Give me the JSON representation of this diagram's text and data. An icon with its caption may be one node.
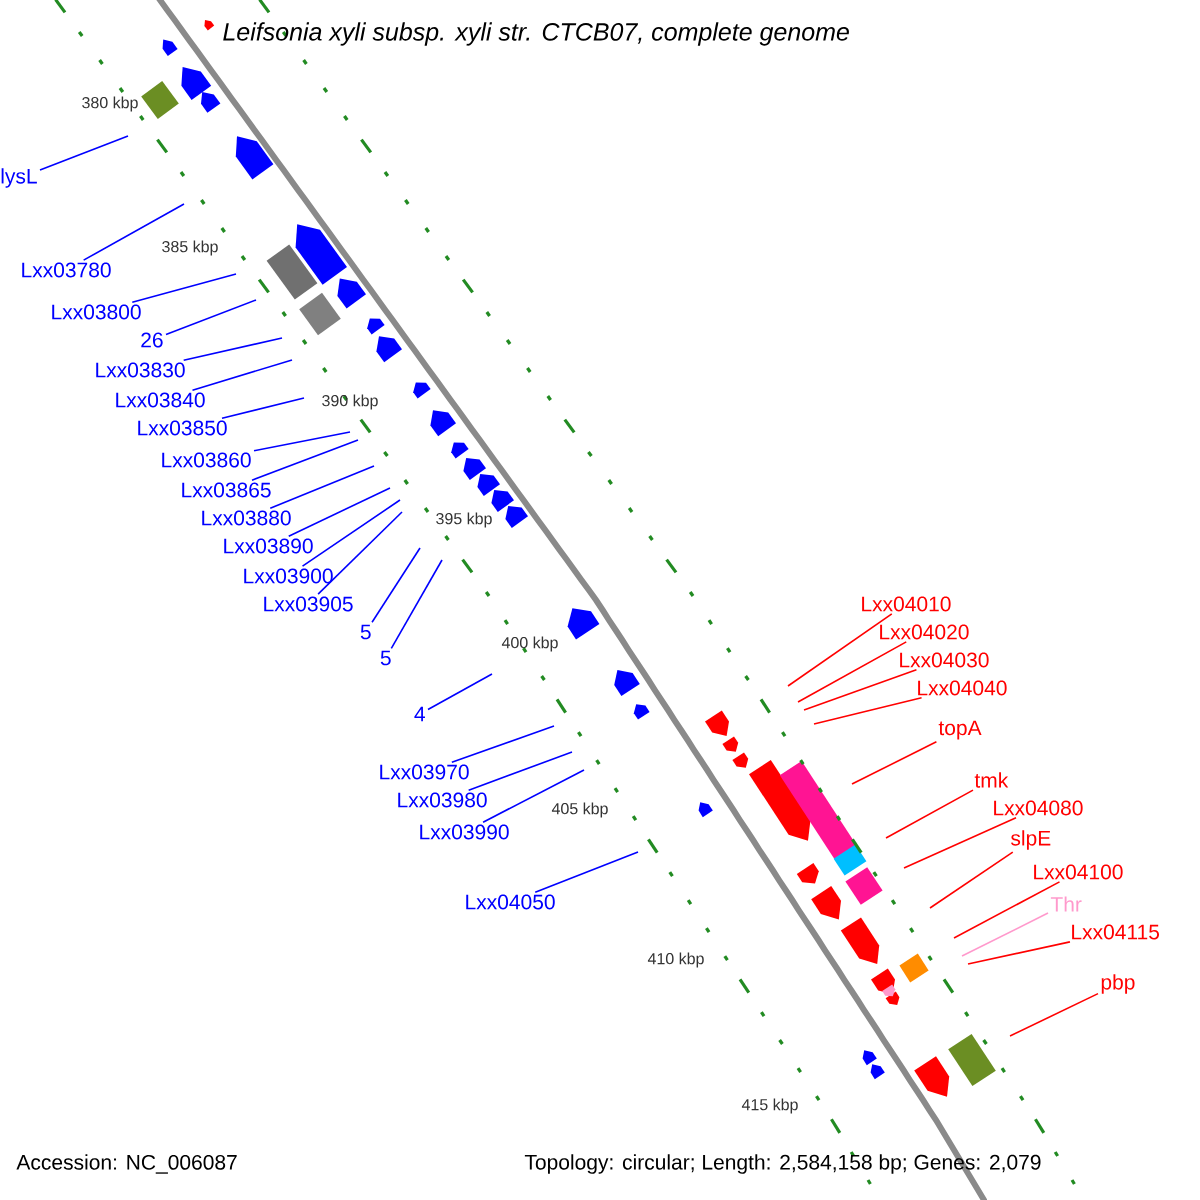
{
  "diagram": {
    "title": "Leifsonia xyli subsp. xyli str. CTCB07, complete genome",
    "nodes": [
      {
        "text": [
          "lysL"
        ]
      },
      {
        "text": [
          "Lxx03780"
        ]
      },
      {
        "text": [
          "Lxx03800"
        ]
      },
      {
        "text": [
          "26"
        ]
      },
      {
        "text": [
          "Lxx03830"
        ]
      },
      {
        "text": [
          "Lxx03840"
        ]
      },
      {
        "text": [
          "Lxx03850"
        ]
      },
      {
        "text": [
          "Lxx03860"
        ]
      },
      {
        "text": [
          "Lxx03865"
        ]
      },
      {
        "text": [
          "Lxx03880"
        ]
      },
      {
        "text": [
          "Lxx03890"
        ]
      },
      {
        "text": [
          "Lxx03900"
        ]
      },
      {
        "text": [
          "Lxx03905"
        ]
      },
      {
        "text": [
          "5"
        ]
      },
      {
        "text": [
          "5"
        ]
      },
      {
        "text": [
          "4"
        ]
      },
      {
        "text": [
          "Lxx03970"
        ]
      },
      {
        "text": [
          "Lxx03980"
        ]
      },
      {
        "text": [
          "Lxx03990"
        ]
      },
      {
        "text": [
          "Lxx04050"
        ]
      },
      {
        "text": [
          "Lxx04010"
        ]
      },
      {
        "text": [
          "Lxx04020"
        ]
      },
      {
        "text": [
          "Lxx04030"
        ]
      },
      {
        "text": [
          "Lxx04040"
        ]
      },
      {
        "text": [
          "topA"
        ]
      },
      {
        "text": [
          "tmk"
        ]
      },
      {
        "text": [
          "Lxx04080"
        ]
      },
      {
        "text": [
          "slpE"
        ]
      },
      {
        "text": [
          "Lxx04100"
        ]
      },
      {
        "text": [
          "Thr"
        ]
      },
      {
        "text": [
          "Lxx04115"
        ]
      },
      {
        "text": [
          "pbp"
        ]
      }
    ],
    "edges": [
      {
        "from": 0,
        "to": null,
        "arrow": "none"
      },
      {
        "from": 1,
        "to": null,
        "arrow": "none"
      },
      {
        "from": 2,
        "to": null,
        "arrow": "none"
      },
      {
        "from": 3,
        "to": null,
        "arrow": "none"
      },
      {
        "from": 4,
        "to": null,
        "arrow": "none"
      },
      {
        "from": 5,
        "to": null,
        "arrow": "none"
      },
      {
        "from": 6,
        "to": null,
        "arrow": "none"
      },
      {
        "from": 7,
        "to": null,
        "arrow": "none"
      },
      {
        "from": 8,
        "to": null,
        "arrow": "none"
      },
      {
        "from": 9,
        "to": null,
        "arrow": "none"
      },
      {
        "from": 10,
        "to": null,
        "arrow": "none"
      },
      {
        "from": 11,
        "to": null,
        "arrow": "none"
      },
      {
        "from": 12,
        "to": null,
        "arrow": "none"
      },
      {
        "from": 13,
        "to": null,
        "arrow": "none"
      },
      {
        "from": 14,
        "to": null,
        "arrow": "none"
      },
      {
        "from": 15,
        "to": null,
        "arrow": "none"
      },
      {
        "from": 16,
        "to": null,
        "arrow": "none"
      },
      {
        "from": 17,
        "to": null,
        "arrow": "none"
      },
      {
        "from": 18,
        "to": null,
        "arrow": "none"
      },
      {
        "from": 19,
        "to": null,
        "arrow": "none"
      },
      {
        "from": 20,
        "to": null,
        "arrow": "none",
        "color": "#ff0000"
      },
      {
        "from": 21,
        "to": null,
        "arrow": "none",
        "color": "#ff0000"
      },
      {
        "from": 22,
        "to": null,
        "arrow": "none",
        "color": "#ff0000"
      },
      {
        "from": 23,
        "to": null,
        "arrow": "none",
        "color": "#ff0000"
      },
      {
        "from": 24,
        "to": null,
        "arrow": "none",
        "color": "#ff0000"
      },
      {
        "from": 25,
        "to": null,
        "arrow": "none",
        "color": "#ff0000"
      },
      {
        "from": 26,
        "to": null,
        "arrow": "none",
        "color": "#ff0000"
      },
      {
        "from": 27,
        "to": null,
        "arrow": "none",
        "color": "#ff0000"
      },
      {
        "from": 28,
        "to": null,
        "arrow": "none",
        "color": "#ff0000"
      },
      {
        "from": 29,
        "to": null,
        "arrow": "none",
        "color": "#ff99cc"
      },
      {
        "from": 30,
        "to": null,
        "arrow": "none",
        "color": "#ff0000"
      },
      {
        "from": 31,
        "to": null,
        "arrow": "none",
        "color": "#ff0000"
      }
    ],
    "labels": [
      "380 kbp",
      "385 kbp",
      "390 kbp",
      "395 kbp",
      "400 kbp",
      "405 kbp",
      "410 kbp",
      "415 kbp",
      "Accession: NC_006087",
      "Topology: circular; Length: 2,584,158 bp; Genes: 2,079"
    ]
  }
}
